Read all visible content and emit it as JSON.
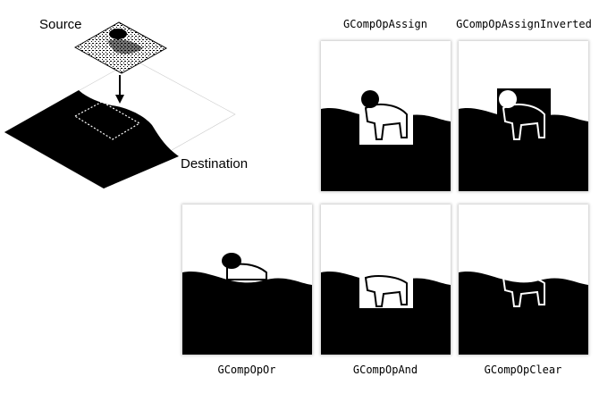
{
  "diagram": {
    "source_label": "Source",
    "destination_label": "Destination"
  },
  "ops": [
    {
      "name": "GCompOpAssign"
    },
    {
      "name": "GCompOpAssignInverted"
    },
    {
      "name": "GCompOpOr"
    },
    {
      "name": "GCompOpAnd"
    },
    {
      "name": "GCompOpClear"
    }
  ],
  "colors": {
    "background": "#ffffff",
    "ink": "#000000",
    "shadow": "rgba(0,0,0,0.22)"
  }
}
